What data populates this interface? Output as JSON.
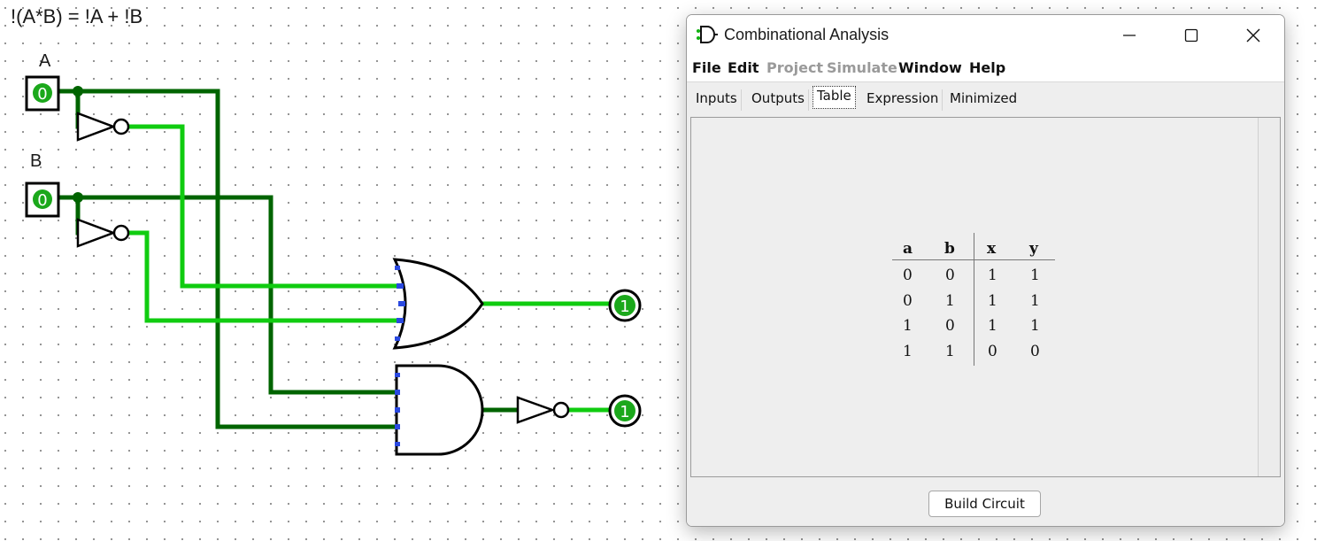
{
  "canvas": {
    "expression": "!(A*B) = !A + !B",
    "inputs": [
      {
        "label": "A",
        "value": "0"
      },
      {
        "label": "B",
        "value": "0"
      }
    ],
    "outputs": [
      {
        "value": "1"
      },
      {
        "value": "1"
      }
    ],
    "colors": {
      "wire_low": "#006400",
      "wire_high": "#10cc10",
      "gate": "#000000",
      "pin_fill": "#1ba81b"
    }
  },
  "window": {
    "title": "Combinational Analysis",
    "controls": {
      "minimize": "minimize-icon",
      "maximize": "maximize-icon",
      "close": "close-icon"
    },
    "menu": [
      {
        "label": "File",
        "enabled": true
      },
      {
        "label": "Edit",
        "enabled": true
      },
      {
        "label": "Project",
        "enabled": false
      },
      {
        "label": "Simulate",
        "enabled": false
      },
      {
        "label": "Window",
        "enabled": true
      },
      {
        "label": "Help",
        "enabled": true
      }
    ],
    "tabs": [
      {
        "label": "Inputs",
        "active": false
      },
      {
        "label": "Outputs",
        "active": false
      },
      {
        "label": "Table",
        "active": true
      },
      {
        "label": "Expression",
        "active": false
      },
      {
        "label": "Minimized",
        "active": false
      }
    ],
    "truth_table": {
      "headers": [
        "a",
        "b",
        "x",
        "y"
      ],
      "rows": [
        [
          "0",
          "0",
          "1",
          "1"
        ],
        [
          "0",
          "1",
          "1",
          "1"
        ],
        [
          "1",
          "0",
          "1",
          "1"
        ],
        [
          "1",
          "1",
          "0",
          "0"
        ]
      ]
    },
    "build_button": "Build Circuit"
  }
}
